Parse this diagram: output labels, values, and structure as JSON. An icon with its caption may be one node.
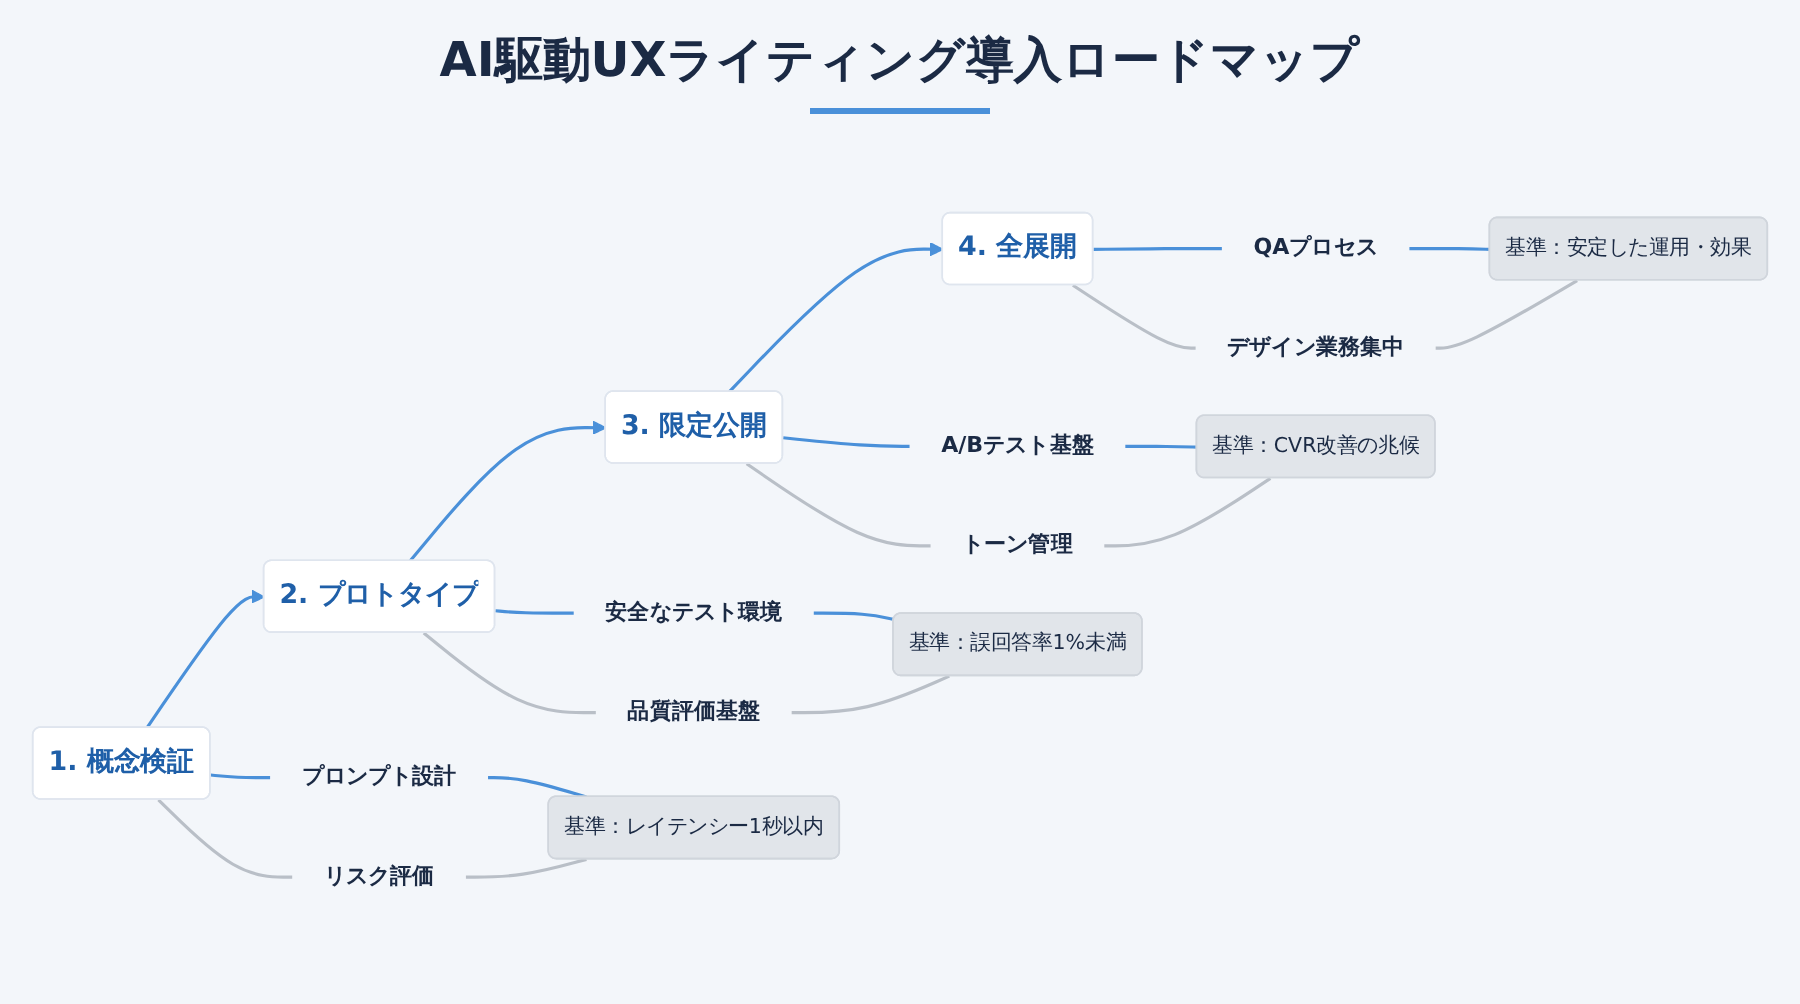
{
  "diagram": {
    "title": "AI駆動UXライティング導入ロードマップ",
    "nodes": [
      {
        "text": [
          "1. 概念検証"
        ]
      },
      {
        "text": [
          "2. プロトタイプ"
        ]
      },
      {
        "text": [
          "3. 限定公開"
        ]
      },
      {
        "text": [
          "4. 全展開"
        ]
      },
      {
        "text": [
          "プロンプト設計"
        ]
      },
      {
        "text": [
          "リスク評価"
        ]
      },
      {
        "text": [
          "安全なテスト環境"
        ]
      },
      {
        "text": [
          "品質評価基盤"
        ]
      },
      {
        "text": [
          "A/Bテスト基盤"
        ]
      },
      {
        "text": [
          "トーン管理"
        ]
      },
      {
        "text": [
          "QAプロセス"
        ]
      },
      {
        "text": [
          "デザイン業務集中"
        ]
      },
      {
        "text": [
          "基準：レイテンシー1秒以内"
        ]
      },
      {
        "text": [
          "基準：誤回答率1%未満"
        ]
      },
      {
        "text": [
          "基準：CVR改善の兆候"
        ]
      },
      {
        "text": [
          "基準：安定した運用・効果"
        ]
      }
    ],
    "edges": [
      {
        "from": 0,
        "to": 1,
        "arrow": "to"
      },
      {
        "from": 1,
        "to": 2,
        "arrow": "to"
      },
      {
        "from": 2,
        "to": 3,
        "arrow": "to"
      },
      {
        "from": 0,
        "to": 4,
        "arrow": "none"
      },
      {
        "from": 0,
        "to": 5,
        "arrow": "none",
        "color": "#b9bfc7"
      },
      {
        "from": 4,
        "to": 12,
        "arrow": "none"
      },
      {
        "from": 5,
        "to": 12,
        "arrow": "none",
        "color": "#b9bfc7"
      },
      {
        "from": 1,
        "to": 6,
        "arrow": "none"
      },
      {
        "from": 1,
        "to": 7,
        "arrow": "none",
        "color": "#b9bfc7"
      },
      {
        "from": 6,
        "to": 13,
        "arrow": "none"
      },
      {
        "from": 7,
        "to": 13,
        "arrow": "none",
        "color": "#b9bfc7"
      },
      {
        "from": 2,
        "to": 8,
        "arrow": "none"
      },
      {
        "from": 2,
        "to": 9,
        "arrow": "none",
        "color": "#b9bfc7"
      },
      {
        "from": 8,
        "to": 14,
        "arrow": "none"
      },
      {
        "from": 9,
        "to": 14,
        "arrow": "none",
        "color": "#b9bfc7"
      },
      {
        "from": 3,
        "to": 10,
        "arrow": "none"
      },
      {
        "from": 3,
        "to": 11,
        "arrow": "none",
        "color": "#b9bfc7"
      },
      {
        "from": 10,
        "to": 15,
        "arrow": "none"
      },
      {
        "from": 11,
        "to": 15,
        "arrow": "none",
        "color": "#b9bfc7"
      }
    ]
  }
}
